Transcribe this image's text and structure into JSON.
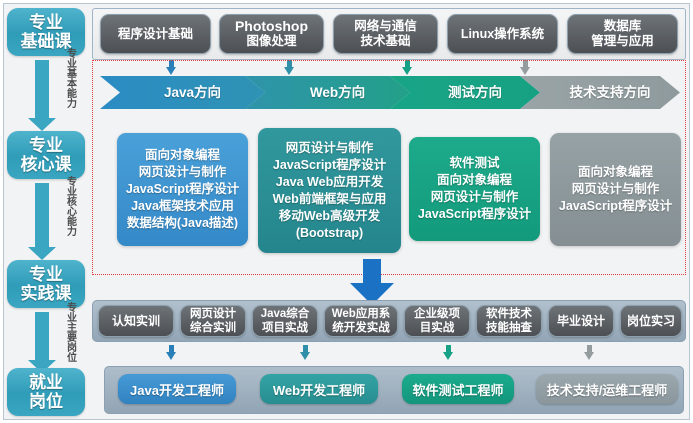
{
  "stages": [
    {
      "line1": "专业",
      "line2": "基础课"
    },
    {
      "line1": "专业",
      "line2": "核心课"
    },
    {
      "line1": "专业",
      "line2": "实践课"
    },
    {
      "line1": "就业",
      "line2": "岗位"
    }
  ],
  "ability_labels": [
    "专业基本能力",
    "专业核心能力",
    "专业主要岗位"
  ],
  "base_courses": [
    {
      "line1": "程序设计基础",
      "line2": ""
    },
    {
      "line1": "Photoshop",
      "line2": "图像处理"
    },
    {
      "line1": "网络与通信",
      "line2": "技术基础"
    },
    {
      "line1": "Linux操作系统",
      "line2": ""
    },
    {
      "line1": "数据库",
      "line2": "管理与应用"
    }
  ],
  "directions": [
    {
      "label": "Java方向",
      "color": "#2b8cc4"
    },
    {
      "label": "Web方向",
      "color": "#2f9e9a"
    },
    {
      "label": "测试方向",
      "color": "#16a085"
    },
    {
      "label": "技术支持方向",
      "color": "#96a0a3"
    }
  ],
  "core_boxes": [
    {
      "color": "#3b95d1",
      "lines": [
        "面向对象编程",
        "网页设计与制作",
        "JavaScript程序设计",
        "Java框架技术应用",
        "数据结构(Java描述)"
      ]
    },
    {
      "color": "#2a8f95",
      "lines": [
        "网页设计与制作",
        "JavaScript程序设计",
        "Java Web应用开发",
        "Web前端框架与应用",
        "移动Web高级开发",
        "(Bootstrap)"
      ]
    },
    {
      "color": "#17a383",
      "lines": [
        "软件测试",
        "面向对象编程",
        "网页设计与制作",
        "JavaScript程序设计"
      ]
    },
    {
      "color": "#8e9a9d",
      "lines": [
        "面向对象编程",
        "网页设计与制作",
        "JavaScript程序设计"
      ]
    }
  ],
  "practice_courses": [
    {
      "line1": "认知实训",
      "line2": ""
    },
    {
      "line1": "网页设计",
      "line2": "综合实训"
    },
    {
      "line1": "Java综合",
      "line2": "项目实战"
    },
    {
      "line1": "Web应用系",
      "line2": "统开发实战"
    },
    {
      "line1": "企业级项",
      "line2": "目实战"
    },
    {
      "line1": "软件技术",
      "line2": "技能抽查"
    },
    {
      "line1": "毕业设计",
      "line2": ""
    },
    {
      "line1": "岗位实习",
      "line2": ""
    }
  ],
  "jobs": [
    {
      "label": "Java开发工程师",
      "color": "#3b8fcc"
    },
    {
      "label": "Web开发工程师",
      "color": "#2d9a9b"
    },
    {
      "label": "软件测试工程师",
      "color": "#16a085"
    },
    {
      "label": "技术支持/运维工程师",
      "color": "#93a0a5"
    }
  ],
  "arrow_colors": {
    "java": "#2b7fb8",
    "web": "#2f8fa8",
    "test": "#16a085",
    "support": "#949c9e",
    "big": "#1b72c4",
    "stage": "#3aa6c2"
  },
  "accent": {
    "region_border": "#e23b3b",
    "panel_bg": "#eceeef",
    "row_bg": "#9fb0bf"
  }
}
